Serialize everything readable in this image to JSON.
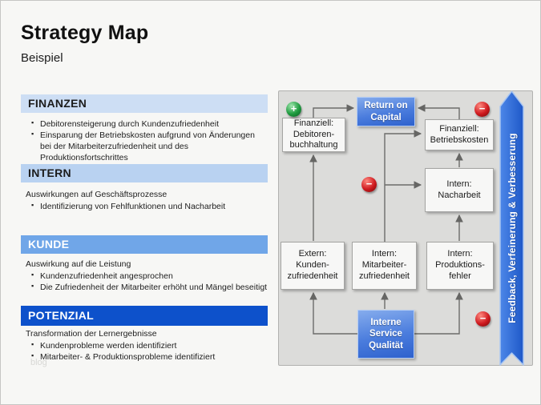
{
  "slide": {
    "title": "Strategy Map",
    "subtitle": "Beispiel",
    "watermark": "blog"
  },
  "sections": [
    {
      "label": "FINANZEN",
      "bullets": [
        "Debitorensteigerung durch Kundenzufriedenheit",
        "Einsparung der Betriebskosten aufgrund von Änderungen bei der Mitarbeiterzufriedenheit und des Produktionsfortschrittes"
      ]
    },
    {
      "label": "INTERN",
      "lead": "Auswirkungen auf Geschäftsprozesse",
      "bullets": [
        "Identifizierung von Fehlfunktionen und Nacharbeit"
      ]
    },
    {
      "label": "KUNDE",
      "lead": "Auswirkung auf die Leistung",
      "bullets": [
        "Kundenzufriedenheit angesprochen",
        "Die Zufriedenheit der Mitarbeiter erhöht und Mängel beseitigt"
      ]
    },
    {
      "label": "POTENZIAL",
      "lead": "Transformation der Lernergebnisse",
      "bullets": [
        "Kundenprobleme werden identifiziert",
        "Mitarbeiter- & Produktionsprobleme identifiziert"
      ]
    }
  ],
  "diagram": {
    "nodes": {
      "return_on_capital": "Return on\nCapital",
      "finanziell_debitoren": "Finanziell:\nDebitoren-\nbuchhaltung",
      "finanziell_betriebskosten": "Finanziell:\nBetriebskosten",
      "intern_nacharbeit": "Intern:\nNacharbeit",
      "extern_kundenzufriedenheit": "Extern:\nKunden-\nzufriedenheit",
      "intern_mitarbeiterzufriedenheit": "Intern:\nMitarbeiter-\nzufriedenheit",
      "intern_produktionsfehler": "Intern:\nProduktions-\nfehler",
      "interne_service_qualitaet": "Interne\nService\nQualität"
    },
    "icons": {
      "plus": "+",
      "minus": "−"
    },
    "ribbon_label": "Feedback, Verfeinerung & Verbesserung"
  },
  "colors": {
    "header_light": "#cddef4",
    "header_light2": "#b9d2f1",
    "header_medium": "#70a6e8",
    "header_dark": "#0d51cb",
    "panel_bg": "#dcdcda",
    "node_blue_top": "#85aced",
    "node_blue_bottom": "#2e61cd",
    "ribbon_blue": "#2766d9",
    "plus_green": "#1d9a3e",
    "minus_red": "#cf1a1f",
    "connector_gray": "#666664"
  }
}
